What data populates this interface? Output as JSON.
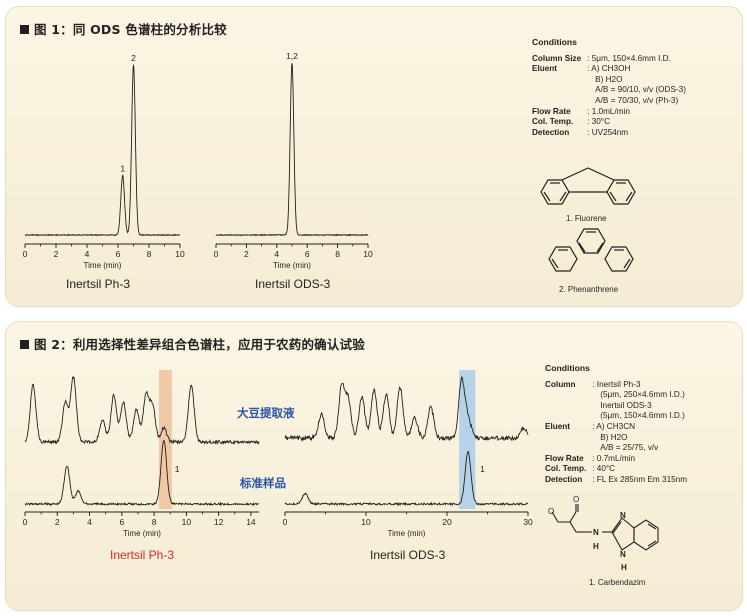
{
  "figure1": {
    "title": "图 1：同 ODS 色谱柱的分析比较",
    "conditions_heading": "Conditions",
    "conditions": [
      {
        "key": "Column Size",
        "lines": [
          ": 5μm, 150×4.6mm I.D."
        ]
      },
      {
        "key": "Eluent",
        "lines": [
          ": A) CH3OH",
          "B) H2O",
          "A/B = 90/10, v/v (ODS-3)",
          "A/B = 70/30, v/v (Ph-3)"
        ]
      },
      {
        "key": "Flow Rate",
        "lines": [
          ": 1.0mL/min"
        ]
      },
      {
        "key": "Col. Temp.",
        "lines": [
          ": 30°C"
        ]
      },
      {
        "key": "Detection",
        "lines": [
          ": UV254nm"
        ]
      }
    ],
    "molecules": [
      "1. Fluorene",
      "2. Phenanthrene"
    ]
  },
  "figure2": {
    "title": "图 2：利用选择性差异组合色谱柱，应用于农药的确认试验",
    "conditions_heading": "Conditions",
    "conditions": [
      {
        "key": "Column",
        "lines": [
          ": Inertsil Ph-3",
          "(5μm, 250×4.6mm I.D.)",
          "Inertsil ODS-3",
          "(5μm, 150×4.6mm I.D.)"
        ]
      },
      {
        "key": "Eluent",
        "lines": [
          ": A) CH3CN",
          "B) H2O",
          "A/B = 25/75, v/v"
        ]
      },
      {
        "key": "Flow Rate",
        "lines": [
          ": 0.7mL/min"
        ]
      },
      {
        "key": "Col. Temp.",
        "lines": [
          ": 40°C"
        ]
      },
      {
        "key": "Detection",
        "lines": [
          ": FL Ex 285nm Em 315nm"
        ]
      }
    ],
    "trace_labels": [
      "大豆提取液",
      "标准样品"
    ],
    "molecule": "1. Carbendazim",
    "atoms": {
      "n1": "N",
      "h1": "H",
      "n2": "N",
      "n3": "N",
      "h2": "H"
    }
  },
  "chart_data": [
    {
      "type": "line",
      "label": "Inertsil Ph-3",
      "xlabel": "Time (min)",
      "xlim": [
        0,
        10
      ],
      "xticks": [
        0,
        2,
        4,
        6,
        8,
        10
      ],
      "series": [
        {
          "peaks": [
            {
              "x": 6.3,
              "height": 0.35,
              "label": "1"
            },
            {
              "x": 7.0,
              "height": 1.0,
              "label": "2"
            }
          ]
        }
      ]
    },
    {
      "type": "line",
      "label": "Inertsil ODS-3",
      "xlabel": "Time (min)",
      "xlim": [
        0,
        10
      ],
      "xticks": [
        0,
        2,
        4,
        6,
        8,
        10
      ],
      "series": [
        {
          "peaks": [
            {
              "x": 5.0,
              "height": 1.0,
              "label": "1,2"
            }
          ]
        }
      ]
    },
    {
      "type": "line",
      "label": "Inertsil Ph-3",
      "label_color": "#d6292e",
      "xlabel": "Time (min)",
      "xlim": [
        0,
        14.5
      ],
      "xticks": [
        0,
        2,
        4,
        6,
        8,
        10,
        12,
        14
      ],
      "highlight": {
        "x": [
          8.3,
          9.1
        ],
        "color": "#edc29c"
      },
      "series": [
        {
          "name": "大豆提取液",
          "peaks": [
            {
              "x": 0.5,
              "height": 0.8
            },
            {
              "x": 2.5,
              "height": 0.55
            },
            {
              "x": 3.0,
              "height": 0.9
            },
            {
              "x": 4.8,
              "height": 0.3
            },
            {
              "x": 5.5,
              "height": 0.65
            },
            {
              "x": 6.1,
              "height": 0.55
            },
            {
              "x": 6.9,
              "height": 0.45
            },
            {
              "x": 7.5,
              "height": 0.65
            },
            {
              "x": 7.9,
              "height": 0.5
            },
            {
              "x": 8.6,
              "height": 0.2
            },
            {
              "x": 10.3,
              "height": 0.8
            }
          ]
        },
        {
          "name": "标准样品",
          "peaks": [
            {
              "x": 2.6,
              "height": 0.6
            },
            {
              "x": 3.3,
              "height": 0.2
            },
            {
              "x": 8.6,
              "height": 1.0,
              "label": "1"
            }
          ]
        }
      ]
    },
    {
      "type": "line",
      "label": "Inertsil ODS-3",
      "xlabel": "Time (min)",
      "xlim": [
        0,
        30
      ],
      "xticks": [
        0,
        10,
        20,
        30
      ],
      "highlight": {
        "x": [
          21.5,
          23.5
        ],
        "color": "#a9cdea"
      },
      "series": [
        {
          "name": "大豆提取液",
          "peaks": [
            {
              "x": 4.5,
              "height": 0.35
            },
            {
              "x": 7.0,
              "height": 0.75
            },
            {
              "x": 7.8,
              "height": 0.55
            },
            {
              "x": 9.5,
              "height": 0.6
            },
            {
              "x": 11.0,
              "height": 0.7
            },
            {
              "x": 12.5,
              "height": 0.65
            },
            {
              "x": 14.2,
              "height": 0.75
            },
            {
              "x": 16.0,
              "height": 0.3
            },
            {
              "x": 18.0,
              "height": 0.45
            },
            {
              "x": 21.8,
              "height": 0.85
            },
            {
              "x": 22.6,
              "height": 0.3
            },
            {
              "x": 29.5,
              "height": 0.15
            }
          ]
        },
        {
          "name": "标准样品",
          "peaks": [
            {
              "x": 2.5,
              "height": 0.2
            },
            {
              "x": 22.6,
              "height": 1.0,
              "label": "1"
            }
          ]
        }
      ]
    }
  ]
}
